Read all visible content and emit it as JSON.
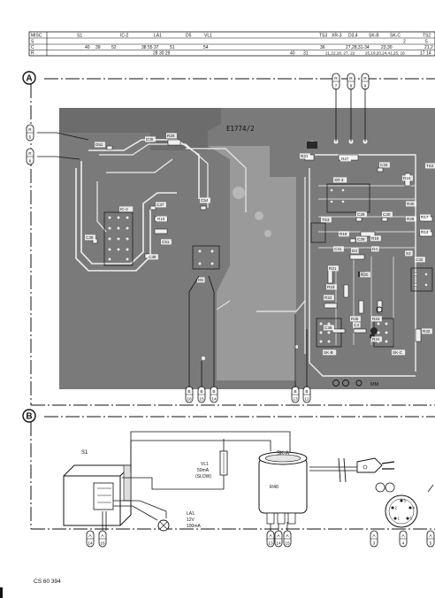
{
  "index_table": {
    "header": [
      "MISC",
      "S1",
      "IC-2",
      "LA1",
      "D5",
      "VL1",
      "TS3",
      "XR-3",
      "D3,4",
      "SK-B",
      "SK-C",
      "TS2"
    ],
    "rows": [
      {
        "label": "S",
        "cells": [
          "2",
          "5"
        ]
      },
      {
        "label": "C",
        "cells": [
          "40",
          "39",
          "52",
          "38 55 37",
          "51",
          "54",
          "36",
          "27,28,31-34",
          "23,30",
          "21,2"
        ]
      },
      {
        "label": "R",
        "cells": [
          "28 30 29",
          "40",
          "31",
          "21,22,18, 27, 22",
          "25,19,20,24,41,25, 16",
          "17 14"
        ]
      }
    ]
  },
  "panel_a": {
    "marker": "A",
    "board_id": "E1774/2",
    "bottom_text": "MM",
    "top_connectors": [
      {
        "l": "R",
        "n": "7"
      },
      {
        "l": "R",
        "n": "8"
      },
      {
        "l": "R",
        "n": "9"
      }
    ],
    "left_connectors": [
      {
        "l": "R",
        "n": "5"
      },
      {
        "l": "R",
        "n": "6"
      }
    ],
    "bottom_connectors": [
      {
        "l": "B",
        "n": "16"
      },
      {
        "l": "B",
        "n": "15"
      },
      {
        "l": "B",
        "n": "14"
      },
      {
        "l": "B",
        "n": "13"
      },
      {
        "l": "B",
        "n": "12"
      }
    ],
    "components": [
      "D52",
      "R29",
      "D35",
      "R31",
      "R27",
      "C33",
      "R15",
      "XR-3",
      "TS2",
      "R30",
      "R28",
      "C37",
      "IC-2",
      "R19",
      "C54",
      "C51",
      "C39",
      "C38",
      "D5",
      "TS3",
      "R18",
      "R16",
      "C28",
      "C30",
      "C31",
      "D3",
      "D4",
      "C29",
      "R17",
      "R14",
      "S2",
      "C32",
      "R21",
      "R20",
      "R23",
      "R22",
      "R25",
      "R24",
      "C35",
      "C4",
      "R32",
      "R41",
      "SK-B",
      "SK-C"
    ]
  },
  "panel_b": {
    "marker": "B",
    "switch": "S1",
    "fuse": {
      "ref": "VL1",
      "rating": "50mA",
      "type": "(SLOW)"
    },
    "socket": "SK-A",
    "pot": "R40",
    "lamp": {
      "ref": "LA1",
      "voltage": "12V",
      "current": "100mA"
    },
    "bottom_connectors": [
      {
        "l": "A",
        "n": "14"
      },
      {
        "l": "A",
        "n": "16"
      },
      {
        "l": "A",
        "n": "13"
      },
      {
        "l": "A",
        "n": "14"
      },
      {
        "l": "A",
        "n": "15"
      },
      {
        "l": "A",
        "n": "3"
      },
      {
        "l": "A",
        "n": "4"
      },
      {
        "l": "A",
        "n": "5"
      }
    ],
    "din_pins": [
      "1",
      "2",
      "3",
      "4",
      "5"
    ]
  },
  "footer_code": "CS 60 394",
  "colors": {
    "ink": "#111111",
    "board": "#7a7a7a",
    "board_dark": "#555555",
    "paper": "#ffffff"
  }
}
